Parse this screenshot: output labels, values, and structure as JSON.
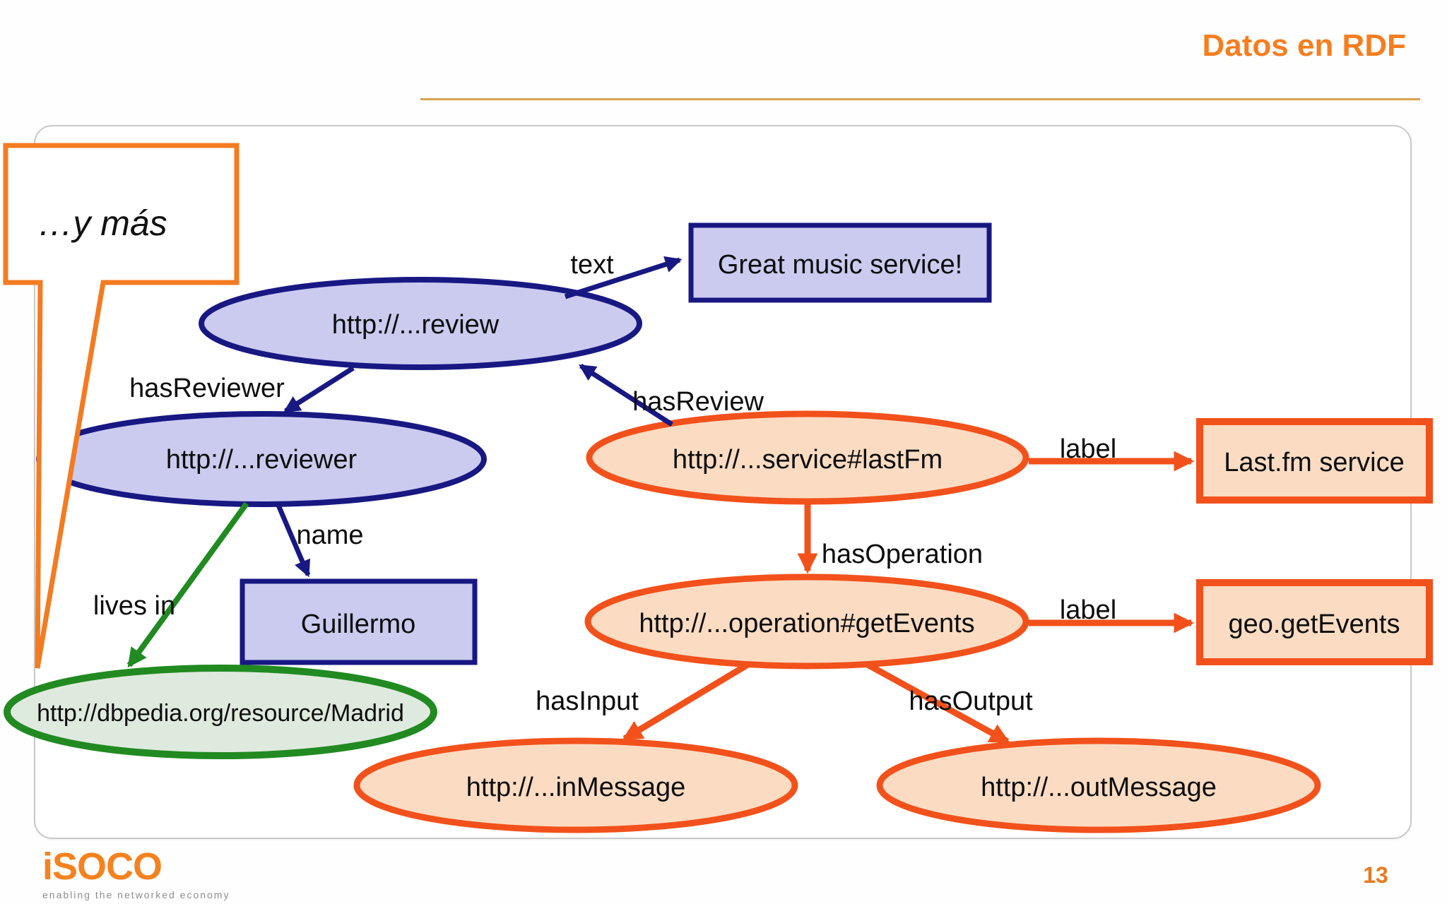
{
  "slide": {
    "title": "Datos en RDF",
    "page_number": "13",
    "callout": {
      "text": "…y más"
    },
    "logo": {
      "name": "iSOCO",
      "tagline": "enabling the networked economy"
    }
  },
  "diagram": {
    "nodes": {
      "review": "http://...review",
      "reviewer": "http://...reviewer",
      "great_music": "Great music service!",
      "guillermo": "Guillermo",
      "madrid": "http://dbpedia.org/resource/Madrid",
      "lastfm": "http://...service#lastFm",
      "lastfm_label_box": "Last.fm service",
      "get_events": "http://...operation#getEvents",
      "get_events_label_box": "geo.getEvents",
      "in_message": "http://...inMessage",
      "out_message": "http://...outMessage"
    },
    "edges": {
      "text": "text",
      "has_reviewer": "hasReviewer",
      "has_review": "hasReview",
      "name": "name",
      "lives_in": "lives in",
      "label_service": "label",
      "has_operation": "hasOperation",
      "label_operation": "label",
      "has_input": "hasInput",
      "has_output": "hasOutput"
    }
  },
  "colors": {
    "title_orange": "#f57e1f",
    "rule_tan": "#d8a254",
    "navy_stroke": "#181883",
    "blue_fill": "#cbcbf0",
    "orange_stroke": "#f2511c",
    "peach_fill": "#fbdcc2",
    "green_stroke": "#218a21",
    "green_fill": "#dfeade",
    "callout_orange": "#f37b21",
    "logo_orange": "#f5821f",
    "page_number_orange": "#e87a1e"
  }
}
